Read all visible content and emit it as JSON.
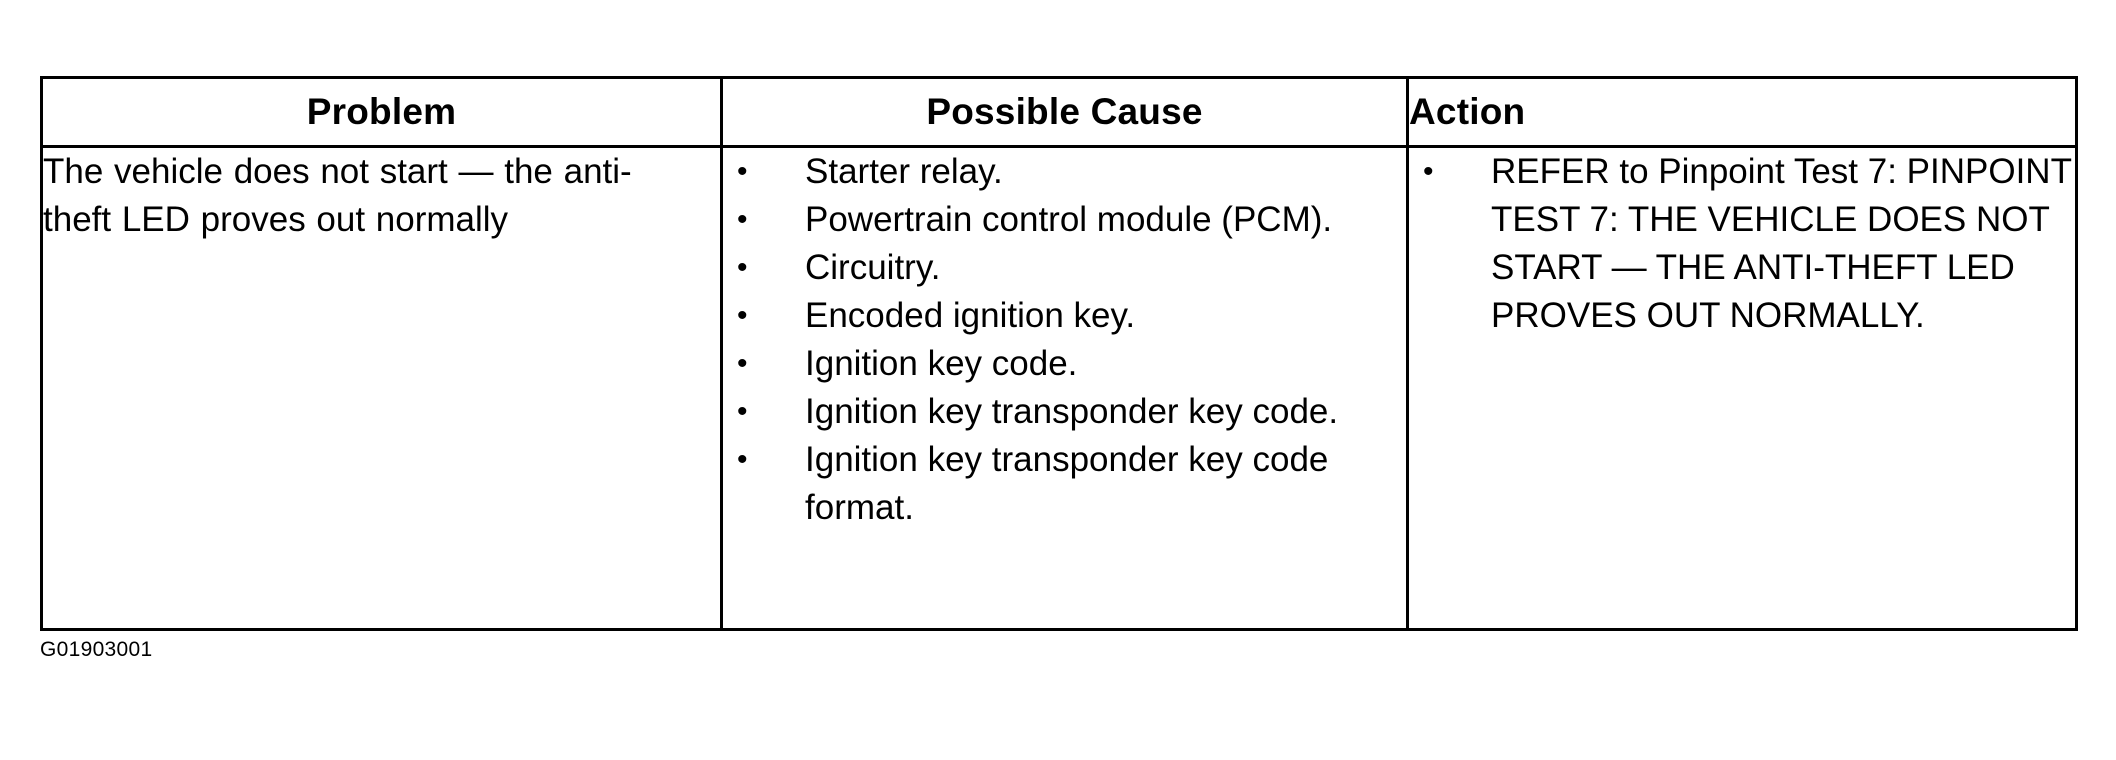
{
  "document": {
    "caption": "G01903001"
  },
  "table": {
    "headers": [
      {
        "label": "Problem",
        "align": "center"
      },
      {
        "label": "Possible Cause",
        "align": "center"
      },
      {
        "label": "Action",
        "align": "left"
      }
    ],
    "rows": [
      {
        "problem": "The vehicle does not start — the anti-theft LED proves out normally",
        "possible_cause": [
          "Starter relay.",
          "Powertrain control module (PCM).",
          "Circuitry.",
          "Encoded ignition key.",
          "Ignition key code.",
          "Ignition key transponder key code.",
          "Ignition key transponder key code format."
        ],
        "action": [
          "REFER to Pinpoint Test 7: PINPOINT TEST 7: THE VEHICLE DOES NOT START — THE ANTI-THEFT LED PROVES OUT NORMALLY."
        ]
      }
    ],
    "bullet_glyph": "•"
  }
}
